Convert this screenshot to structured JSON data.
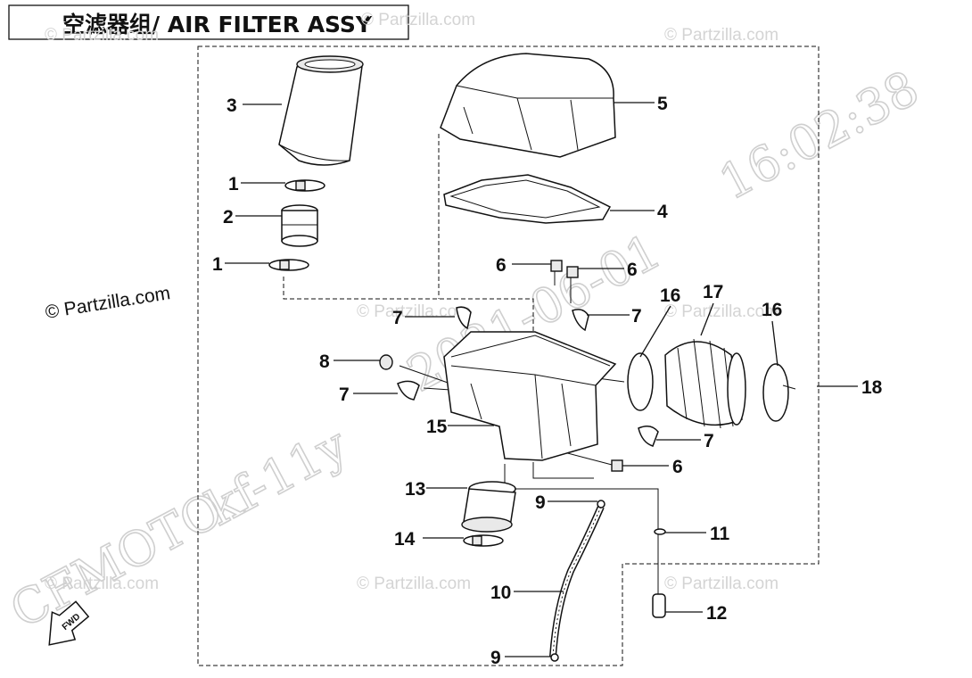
{
  "title": "空滤器组/ AIR FILTER ASSY",
  "watermarks": {
    "partzilla": "© Partzilla.com",
    "timestamp": "16:02:38",
    "date": "2021-06-01",
    "model": "kf-11y",
    "brand": "CFMOTO"
  },
  "copyright": "© Partzilla.com",
  "fwd_label": "FWD",
  "callouts": {
    "c1a": "1",
    "c1b": "1",
    "c2": "2",
    "c3": "3",
    "c4": "4",
    "c5": "5",
    "c6a": "6",
    "c6b": "6",
    "c6c": "6",
    "c7a": "7",
    "c7b": "7",
    "c7c": "7",
    "c7d": "7",
    "c8": "8",
    "c9a": "9",
    "c9b": "9",
    "c10": "10",
    "c11": "11",
    "c12": "12",
    "c13": "13",
    "c14": "14",
    "c15": "15",
    "c16a": "16",
    "c16b": "16",
    "c17": "17",
    "c18": "18"
  },
  "colors": {
    "line": "#111111",
    "watermark": "#d4d4d4",
    "part_shade": "#e9e9e9"
  }
}
